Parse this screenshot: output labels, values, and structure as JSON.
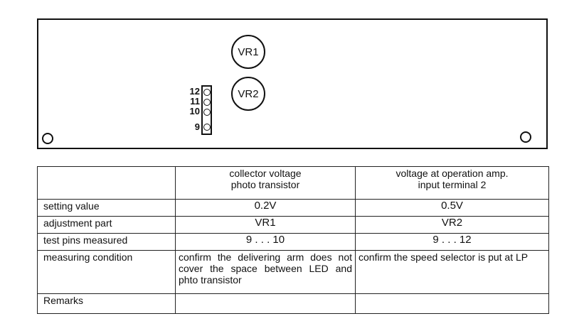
{
  "diagram": {
    "vr1": "VR1",
    "vr2": "VR2",
    "pins": [
      "12",
      "11",
      "10",
      "9"
    ]
  },
  "table": {
    "headers": [
      "",
      "collector voltage\nphoto transistor",
      "voltage at operation amp.\ninput terminal 2"
    ],
    "rows": [
      {
        "label": "setting value",
        "col1": "0.2V",
        "col2": "0.5V"
      },
      {
        "label": "adjustment part",
        "col1": "VR1",
        "col2": "VR2"
      },
      {
        "label": "test pins measured",
        "col1": "9 . . . 10",
        "col2": "9 . . . 12"
      },
      {
        "label": "measuring condition",
        "col1": "confirm the delivering arm does not cover the space between LED and phto transistor",
        "col2": "confirm the speed selector is put at LP"
      },
      {
        "label": "Remarks",
        "col1": "",
        "col2": ""
      }
    ]
  }
}
